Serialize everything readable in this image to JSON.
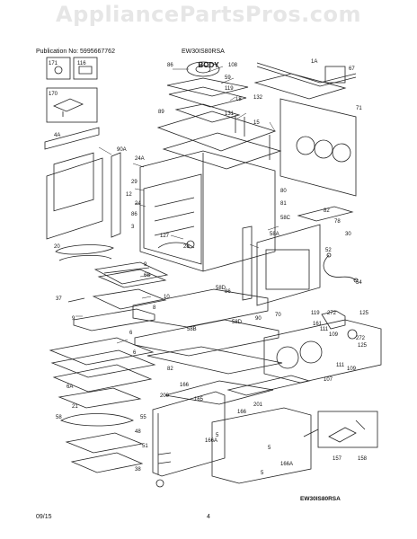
{
  "watermark": "AppliancePartsPros.com",
  "header": {
    "publication_no": "Publication No: 5995667762",
    "model": "EW30IS80RSA"
  },
  "section_title": "BODY",
  "diagram_ref": "EW30IS80RSA",
  "footer": {
    "date": "09/15",
    "page": "4"
  },
  "callouts": [
    "171",
    "116",
    "170",
    "4A",
    "90A",
    "86",
    "108",
    "59",
    "119",
    "18",
    "89",
    "131",
    "15",
    "1A",
    "67",
    "132",
    "71",
    "24A",
    "29",
    "12",
    "81",
    "24",
    "86",
    "3",
    "127",
    "28",
    "80",
    "58C",
    "82",
    "78",
    "58A",
    "30",
    "9",
    "20",
    "37",
    "9",
    "58D",
    "58B",
    "58D",
    "86",
    "90",
    "70",
    "52",
    "54",
    "119",
    "272",
    "125",
    "161",
    "111",
    "109",
    "125",
    "272",
    "107",
    "111",
    "109",
    "6",
    "6B",
    "10",
    "8",
    "6A",
    "82",
    "6",
    "200",
    "166",
    "165",
    "201",
    "166",
    "21",
    "58",
    "55",
    "48",
    "51",
    "38",
    "157",
    "158",
    "166A",
    "166A",
    "5",
    "5",
    "5"
  ]
}
